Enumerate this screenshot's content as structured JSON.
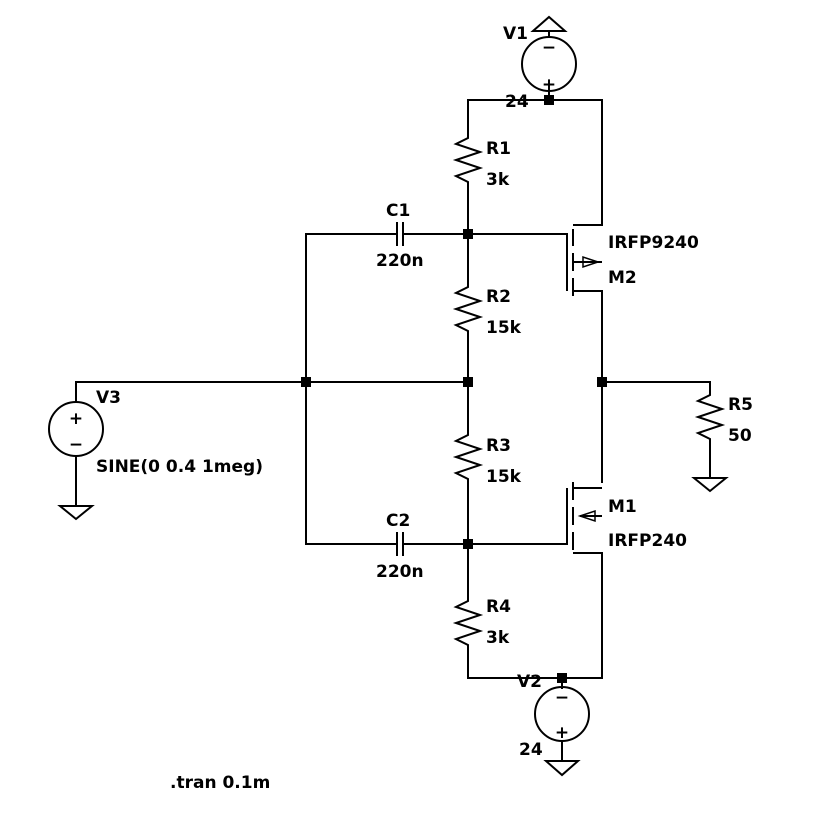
{
  "schematic": {
    "directive": ".tran 0.1m",
    "components": {
      "v1": {
        "name": "V1",
        "value": "24"
      },
      "v2": {
        "name": "V2",
        "value": "24"
      },
      "v3": {
        "name": "V3",
        "value": "SINE(0 0.4 1meg)"
      },
      "r1": {
        "name": "R1",
        "value": "3k"
      },
      "r2": {
        "name": "R2",
        "value": "15k"
      },
      "r3": {
        "name": "R3",
        "value": "15k"
      },
      "r4": {
        "name": "R4",
        "value": "3k"
      },
      "r5": {
        "name": "R5",
        "value": "50"
      },
      "c1": {
        "name": "C1",
        "value": "220n"
      },
      "c2": {
        "name": "C2",
        "value": "220n"
      },
      "m1": {
        "name": "M1",
        "model": "IRFP240"
      },
      "m2": {
        "name": "M2",
        "model": "IRFP9240"
      }
    },
    "source_symbols": {
      "plus": "+",
      "minus": "−"
    }
  }
}
